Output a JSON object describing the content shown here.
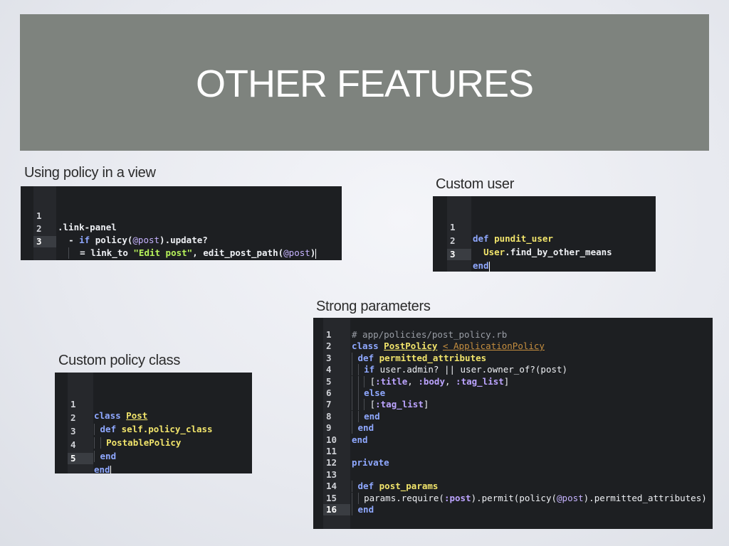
{
  "slide": {
    "title": "OTHER FEATURES"
  },
  "captions": {
    "view": "Using policy in a view",
    "user": "Custom user",
    "strong": "Strong parameters",
    "policy_class": "Custom policy class"
  },
  "code_view": {
    "lines": [
      {
        "n": "1",
        "text": ".link-panel"
      },
      {
        "n": "2",
        "text": "- if policy(@post).update?"
      },
      {
        "n": "3",
        "text": "= link_to \"Edit post\", edit_post_path(@post)"
      }
    ]
  },
  "code_user": {
    "lines": [
      {
        "n": "1",
        "text": "def pundit_user"
      },
      {
        "n": "2",
        "text": "User.find_by_other_means"
      },
      {
        "n": "3",
        "text": "end"
      }
    ]
  },
  "code_strong": {
    "lines": [
      {
        "n": "1",
        "text": "# app/policies/post_policy.rb"
      },
      {
        "n": "2",
        "text": "class PostPolicy < ApplicationPolicy"
      },
      {
        "n": "3",
        "text": "def permitted_attributes"
      },
      {
        "n": "4",
        "text": "if user.admin? || user.owner_of?(post)"
      },
      {
        "n": "5",
        "text": "[:title, :body, :tag_list]"
      },
      {
        "n": "6",
        "text": "else"
      },
      {
        "n": "7",
        "text": "[:tag_list]"
      },
      {
        "n": "8",
        "text": "end"
      },
      {
        "n": "9",
        "text": "end"
      },
      {
        "n": "10",
        "text": "end"
      },
      {
        "n": "11",
        "text": ""
      },
      {
        "n": "12",
        "text": "private"
      },
      {
        "n": "13",
        "text": ""
      },
      {
        "n": "14",
        "text": "def post_params"
      },
      {
        "n": "15",
        "text": "params.require(:post).permit(policy(@post).permitted_attributes)"
      },
      {
        "n": "16",
        "text": "end"
      }
    ]
  },
  "code_policy_class": {
    "lines": [
      {
        "n": "1",
        "text": "class Post"
      },
      {
        "n": "2",
        "text": "def self.policy_class"
      },
      {
        "n": "3",
        "text": "PostablePolicy"
      },
      {
        "n": "4",
        "text": "end"
      },
      {
        "n": "5",
        "text": "end"
      }
    ]
  },
  "colors": {
    "title_bar": "#7e837e",
    "editor_bg": "#1d1f22",
    "keyword": "#8fa8ff",
    "constant": "#f1e46b",
    "string": "#b7f25b",
    "symbol": "#bca4ff",
    "parent_class": "#c58e3f"
  }
}
